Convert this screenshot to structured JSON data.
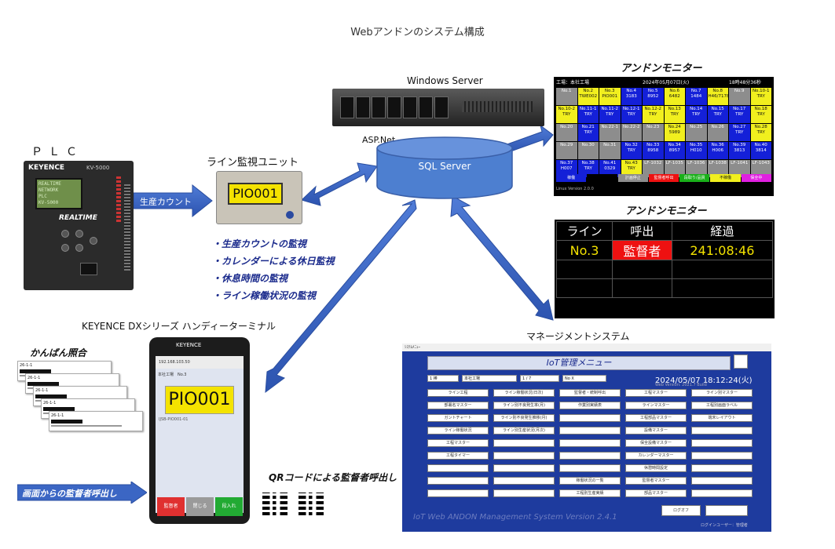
{
  "title": "Webアンドンのシステム構成",
  "plc": {
    "label": "ＰＬＣ",
    "brand": "KEYENCE",
    "model": "KV-5000",
    "lcd_lines": [
      "REALTIME",
      "NETWORK",
      "PLC",
      "KV-5000"
    ],
    "realtime": "REALTIME"
  },
  "arrow_labels": {
    "production_count": "生産カウント"
  },
  "line_monitor": {
    "label": "ライン監視ユニット",
    "screen_text": "PIO001",
    "features": [
      "・生産カウントの監視",
      "・カレンダーによる休日監視",
      "・休息時間の監視",
      "・ライン稼働状況の監視"
    ]
  },
  "server": {
    "label": "Windows Server",
    "aspnet": "ASP.Net",
    "db": "SQL Server"
  },
  "andon1": {
    "label": "アンドンモニター",
    "factory": "工場：本社工場",
    "date": "2024年05月07日(火)",
    "time": "18時48分36秒",
    "cells": [
      {
        "t": "No.1",
        "s": "",
        "c": "g"
      },
      {
        "t": "No.2",
        "s": "TWE002",
        "c": "y"
      },
      {
        "t": "No.3",
        "s": "PIO001",
        "c": "y"
      },
      {
        "t": "No.4",
        "s": "3183",
        "c": "b"
      },
      {
        "t": "No.5",
        "s": "8952",
        "c": "b"
      },
      {
        "t": "No.6",
        "s": "6482",
        "c": "y"
      },
      {
        "t": "No.7",
        "s": "1484",
        "c": "b"
      },
      {
        "t": "No.8",
        "s": "H46/7178",
        "c": "y"
      },
      {
        "t": "No.9",
        "s": "",
        "c": "g"
      },
      {
        "t": "No.10-1",
        "s": "TRY",
        "c": "y"
      },
      {
        "t": "No.10-2",
        "s": "TRY",
        "c": "y"
      },
      {
        "t": "No.11-1",
        "s": "TRY",
        "c": "b"
      },
      {
        "t": "No.11-2",
        "s": "TRY",
        "c": "b"
      },
      {
        "t": "No.12-1",
        "s": "TRY",
        "c": "b"
      },
      {
        "t": "No.12-2",
        "s": "TRY",
        "c": "y"
      },
      {
        "t": "No.13",
        "s": "TRY",
        "c": "y"
      },
      {
        "t": "No.14",
        "s": "TRY",
        "c": "b"
      },
      {
        "t": "No.15",
        "s": "TRY",
        "c": "b"
      },
      {
        "t": "No.17",
        "s": "TRY",
        "c": "b"
      },
      {
        "t": "No.18",
        "s": "TRY",
        "c": "y"
      },
      {
        "t": "No.20",
        "s": "",
        "c": "g"
      },
      {
        "t": "No.21",
        "s": "TRY",
        "c": "b"
      },
      {
        "t": "No.22-1",
        "s": "",
        "c": "g"
      },
      {
        "t": "No.22-2",
        "s": "",
        "c": "g"
      },
      {
        "t": "No.23",
        "s": "",
        "c": "g"
      },
      {
        "t": "No.24",
        "s": "5989",
        "c": "y"
      },
      {
        "t": "No.25",
        "s": "",
        "c": "g"
      },
      {
        "t": "No.26",
        "s": "",
        "c": "g"
      },
      {
        "t": "No.27",
        "s": "TRY",
        "c": "b"
      },
      {
        "t": "No.28",
        "s": "TRY",
        "c": "y"
      },
      {
        "t": "No.29",
        "s": "",
        "c": "g"
      },
      {
        "t": "No.30",
        "s": "",
        "c": "g"
      },
      {
        "t": "No.31",
        "s": "",
        "c": "g"
      },
      {
        "t": "No.32",
        "s": "TRY",
        "c": "b"
      },
      {
        "t": "No.33",
        "s": "8958",
        "c": "b"
      },
      {
        "t": "No.34",
        "s": "8957",
        "c": "b"
      },
      {
        "t": "No.35",
        "s": "H010",
        "c": "b"
      },
      {
        "t": "No.36",
        "s": "H006",
        "c": "b"
      },
      {
        "t": "No.39",
        "s": "3813",
        "c": "b"
      },
      {
        "t": "No.40",
        "s": "3814",
        "c": "b"
      },
      {
        "t": "No.37",
        "s": "H007",
        "c": "b"
      },
      {
        "t": "No.38",
        "s": "TRY",
        "c": "b"
      },
      {
        "t": "No.41",
        "s": "0329",
        "c": "b"
      },
      {
        "t": "No.43",
        "s": "TRY",
        "c": "y"
      },
      {
        "t": "LF-1032",
        "s": "",
        "c": "g"
      },
      {
        "t": "LF-1035",
        "s": "",
        "c": "g"
      },
      {
        "t": "LF-1036",
        "s": "",
        "c": "g"
      },
      {
        "t": "LF-1038",
        "s": "",
        "c": "g"
      },
      {
        "t": "LF-1041",
        "s": "",
        "c": "g"
      },
      {
        "t": "LF-1043",
        "s": "",
        "c": "g"
      }
    ],
    "legend": [
      {
        "t": "稼働",
        "c": "#1420d8"
      },
      {
        "t": "",
        "c": "#000"
      },
      {
        "t": "計画停止",
        "c": "#8d8d8d"
      },
      {
        "t": "監督者呼出",
        "c": "#e11"
      },
      {
        "t": "段取り/品質",
        "c": "#19b019"
      },
      {
        "t": "不稼働",
        "c": "#f1ef1e"
      },
      {
        "t": "保全中",
        "c": "#e020e0"
      }
    ],
    "footer": "Linux Version 2.0.0"
  },
  "andon2": {
    "label": "アンドンモニター",
    "headers": [
      "ライン",
      "呼出",
      "経過"
    ],
    "row": [
      "No.3",
      "監督者",
      "241:08:46"
    ]
  },
  "handy": {
    "label": "KEYENCE DXシリーズ ハンディーターミナル",
    "brand": "KEYENCE",
    "bar": "192.168.103.50",
    "info": "本社工場　No.3",
    "screen_text": "PIO001",
    "code": "IJSB-PIO001-01",
    "buttons": [
      {
        "t": "監督者",
        "c": "#e03030"
      },
      {
        "t": "閉じる",
        "c": "#9a9a9a"
      },
      {
        "t": "段入れ",
        "c": "#22aa33"
      }
    ]
  },
  "kanban": {
    "label": "かんばん照合",
    "card_code": "26-1-1"
  },
  "callout": {
    "text": "画面からの監督者呼出し"
  },
  "qr": {
    "label": "QRコードによる監督者呼出し"
  },
  "mgmt": {
    "label": "マネージメントシステム",
    "topbar": "ｼｽﾃﾑﾒﾆｭｰ",
    "title": "IoT管理メニュー",
    "date": "2024/05/07 18:12:24(火)",
    "sub": "Web Version: 2021.7 Build",
    "selects": [
      "1 棒",
      "本社工場",
      "1 / 7",
      "No X"
    ],
    "col1": [
      "ライン工程",
      "部署名マスター",
      "ガントチャート",
      "ライン稼働状況",
      "工程マスター",
      "工程タイマー",
      "",
      "",
      ""
    ],
    "col2": [
      "ライン稼働状況(日次)",
      "ライン別不良発生率(月)",
      "ライン別不良発生推移(月)",
      "ライン別生産状況(月次)",
      "",
      "",
      "",
      "",
      ""
    ],
    "col3": [
      "監督者・統制呼出",
      "作業別実績表",
      "",
      "",
      "",
      "",
      "",
      "稼働状況の一覧",
      "工程別生産実績"
    ],
    "col4": [
      "工程マスター",
      "ラインマスター",
      "工程部品マスター",
      "設備マスター",
      "保全設備マスター",
      "カレンダーマスター",
      "休憩時間設定",
      "監督者マスター",
      "部品マスター"
    ],
    "col5": [
      "ライン別マスター",
      "工程別画面ラベル",
      "端末レイアウト",
      "",
      "",
      "",
      "",
      "",
      ""
    ],
    "logout": "ログオフ",
    "footer": "IoT Web ANDON Management System Version 2.4.1",
    "user": "ログインユーザー：管理者"
  },
  "colors": {
    "arrow": "#3b66c4",
    "db": "#4d7fd0",
    "mgmt_bg": "#1e3b9e"
  }
}
